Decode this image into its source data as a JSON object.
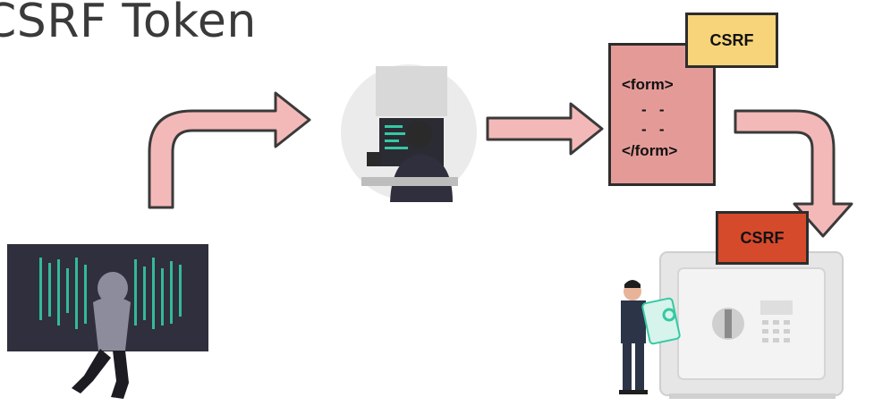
{
  "title": "CSRF Token",
  "form_doc": {
    "open_tag": "<form>",
    "dash_row1": "-   -",
    "dash_row2": "-   -",
    "close_tag": "</form>"
  },
  "tokens": {
    "top_label": "CSRF",
    "bottom_label": "CSRF"
  },
  "colors": {
    "arrow_fill": "#f3b9b8",
    "arrow_stroke": "#3a3a3a",
    "form_fill": "#e49b98",
    "token_top": "#f7d47a",
    "token_bottom": "#d64a2c",
    "matrix_green": "#35c9a3",
    "panel_dark": "#2f2f3d"
  },
  "illustrations": {
    "attacker": "hooded-hacker-icon",
    "user": "user-at-computer-icon",
    "server": "safe-vault-icon",
    "person_with_card": "person-holding-card-icon"
  }
}
